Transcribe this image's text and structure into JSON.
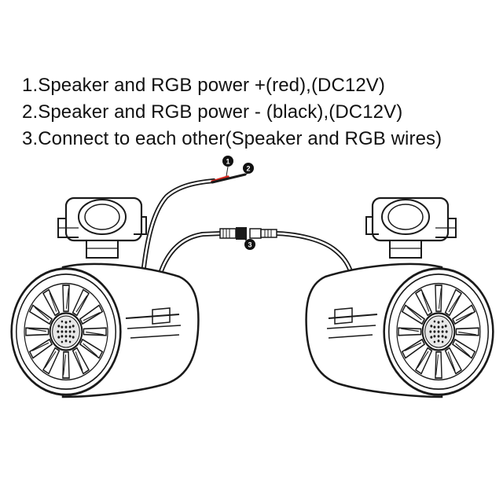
{
  "instructions": [
    "1.Speaker and RGB power +(red),(DC12V)",
    "2.Speaker and RGB power - (black),(DC12V)",
    "3.Connect to each other(Speaker and RGB wires)"
  ],
  "callouts": [
    {
      "number": "1",
      "refers_to": "red power wire"
    },
    {
      "number": "2",
      "refers_to": "black power wire"
    },
    {
      "number": "3",
      "refers_to": "connector between speakers"
    }
  ],
  "colors": {
    "line": "#1a1a1a",
    "red_wire": "#d9251c",
    "badge_fill": "#111111",
    "badge_text": "#ffffff",
    "background": "#ffffff"
  },
  "icons": {
    "left_speaker": "tower-speaker-icon",
    "right_speaker": "tower-speaker-icon",
    "clamp": "tube-clamp-icon",
    "connector": "wire-connector-icon"
  }
}
